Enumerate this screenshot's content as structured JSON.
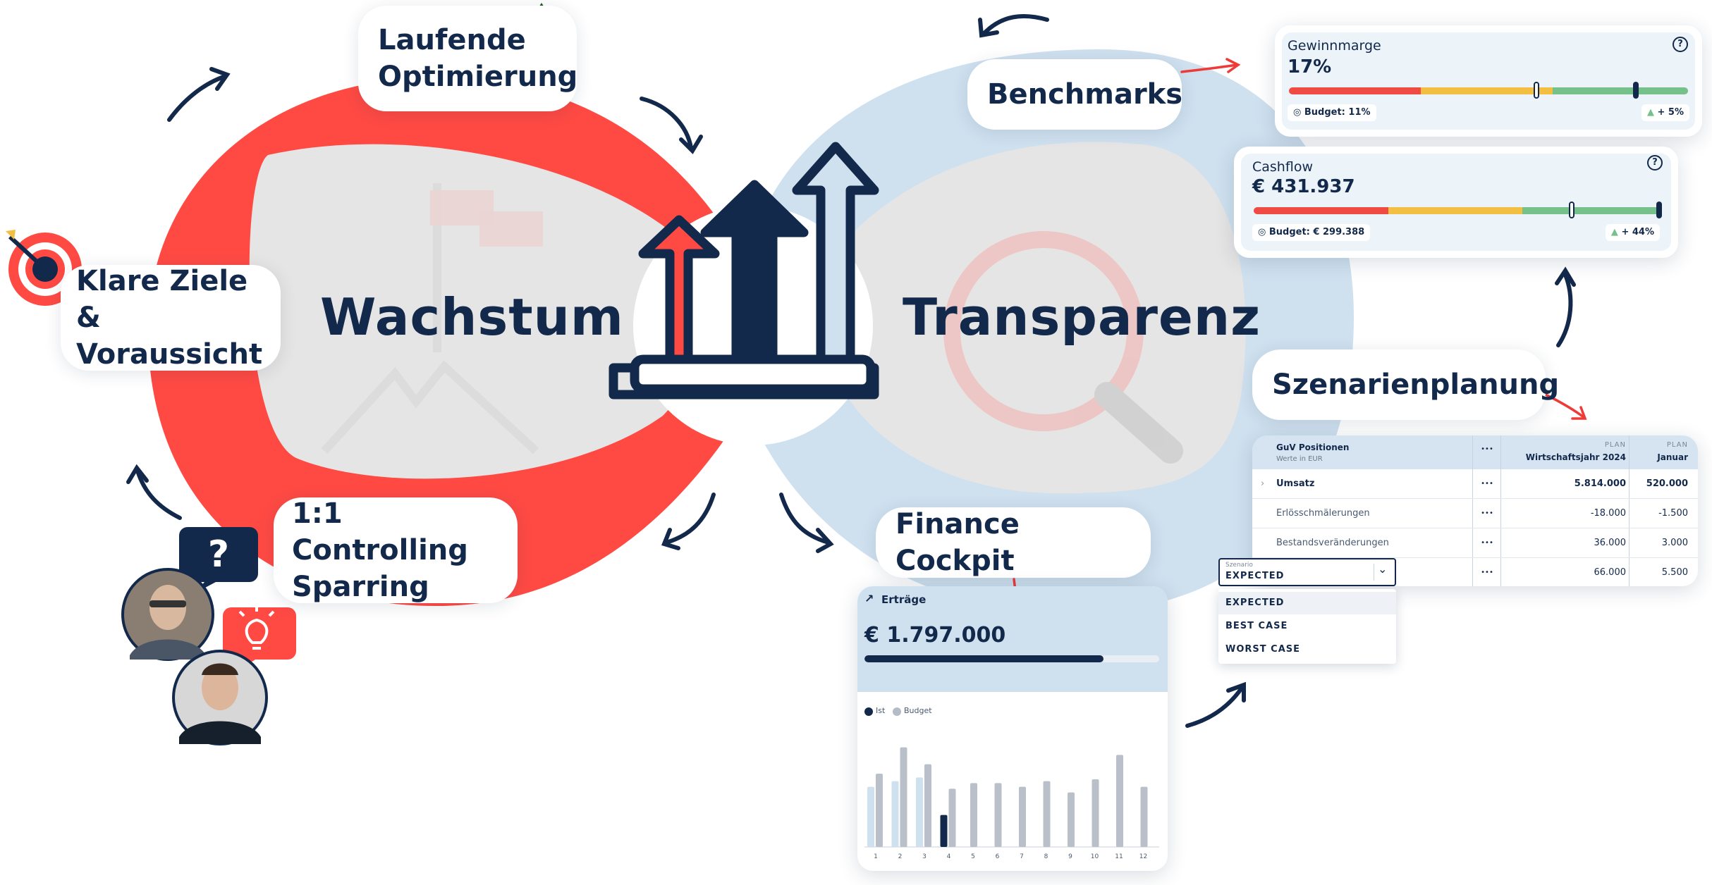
{
  "labels": {
    "laufende_line1": "Laufende",
    "laufende_line2": "Optimierung",
    "klare_line1": "Klare Ziele &",
    "klare_line2": "Voraussicht",
    "sparring_line1": "1:1 Controlling",
    "sparring_line2": "Sparring",
    "benchmarks": "Benchmarks",
    "szenarien": "Szenarienplanung",
    "cockpit": "Finance Cockpit",
    "wachstum": "Wachstum",
    "transparenz": "Transparenz",
    "question_mark": "?"
  },
  "colors": {
    "navy": "#13294b",
    "red": "#ff4a44",
    "lightblue": "#cfe1ef",
    "green": "#76c08c",
    "yellow": "#f3bf43"
  },
  "gewinnmarge": {
    "label": "Gewinnmarge",
    "value": "17%",
    "budget": "Budget: 11%",
    "delta": "+ 5%",
    "help": "?",
    "target_fraction": 0.62,
    "actual_fraction": 0.87
  },
  "cashflow": {
    "label": "Cashflow",
    "value": "€ 431.937",
    "budget": "Budget: € 299.388",
    "delta": "+ 44%",
    "help": "?",
    "target_fraction": 0.78,
    "actual_fraction": 0.995
  },
  "guv_table": {
    "header_title": "GuV Positionen",
    "header_sub": "Werte in EUR",
    "dots": "•••",
    "col1_plan": "PLAN",
    "col1_name": "Wirtschaftsjahr 2024",
    "col2_plan": "PLAN",
    "col2_name": "Januar",
    "rows": [
      {
        "label": "Umsatz",
        "year": "5.814.000",
        "jan": "520.000"
      },
      {
        "label": "Erlösschmälerungen",
        "year": "-18.000",
        "jan": "-1.500"
      },
      {
        "label": "Bestandsveränderungen",
        "year": "36.000",
        "jan": "3.000"
      },
      {
        "label": "",
        "year": "66.000",
        "jan": "5.500"
      }
    ]
  },
  "scenario": {
    "field_label": "Szenario",
    "selected": "EXPECTED",
    "options": [
      "EXPECTED",
      "BEST CASE",
      "WORST CASE"
    ]
  },
  "ertraege": {
    "title": "Erträge",
    "value": "€ 1.797.000",
    "progress": 0.81,
    "legend_ist": "Ist",
    "legend_budget": "Budget"
  },
  "chart_data": {
    "type": "bar",
    "categories": [
      "1",
      "2",
      "3",
      "4",
      "5",
      "6",
      "7",
      "8",
      "9",
      "10",
      "11",
      "12"
    ],
    "series": [
      {
        "name": "Ist",
        "values": [
          64,
          70,
          74,
          34,
          null,
          null,
          null,
          null,
          null,
          null,
          null,
          null
        ]
      },
      {
        "name": "Budget",
        "values": [
          78,
          106,
          88,
          62,
          68,
          68,
          64,
          70,
          58,
          72,
          98,
          64
        ]
      }
    ],
    "ylim": [
      0,
      120
    ],
    "legend": "top-left"
  }
}
